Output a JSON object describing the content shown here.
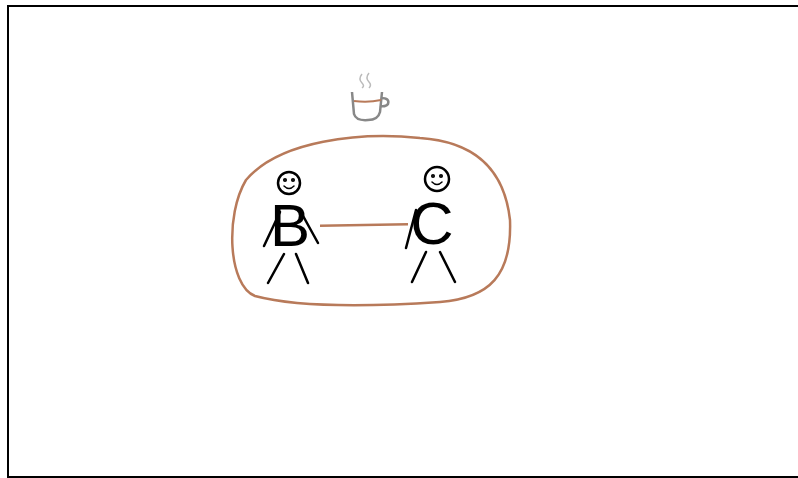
{
  "diagram": {
    "nodes": [
      {
        "text": [
          "B"
        ]
      },
      {
        "text": [
          "C"
        ]
      }
    ],
    "edges": [
      {
        "from": 0,
        "to": 1,
        "arrow": "none"
      }
    ]
  }
}
